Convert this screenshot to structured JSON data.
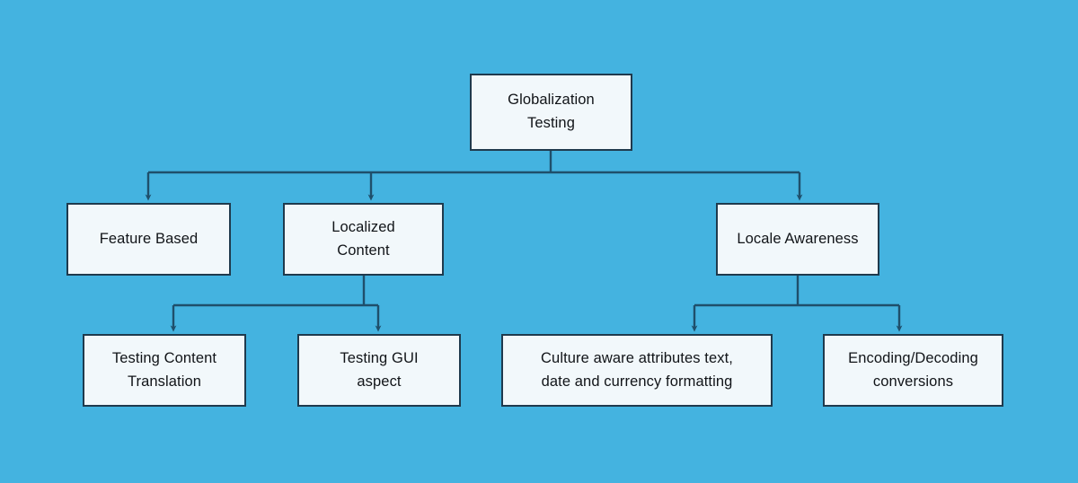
{
  "canvas": {
    "background_color": "#44b3e0",
    "node_fill_color": "#f2f8fb",
    "node_border_color": "#1f3a4d",
    "connector_color": "#1f4f6b",
    "text_color": "#111418"
  },
  "diagram": {
    "type": "tree",
    "title": "Globalization Testing",
    "levels": 3,
    "root": {
      "id": "globalization-testing",
      "label": "Globalization\nTesting"
    },
    "level2": [
      {
        "id": "feature-based",
        "label": "Feature Based"
      },
      {
        "id": "localized-content",
        "label": "Localized\nContent"
      },
      {
        "id": "locale-awareness",
        "label": "Locale Awareness"
      }
    ],
    "level3": [
      {
        "id": "testing-content-translation",
        "label": "Testing Content\nTranslation",
        "parent": "localized-content"
      },
      {
        "id": "testing-gui-aspect",
        "label": "Testing GUI\naspect",
        "parent": "localized-content"
      },
      {
        "id": "culture-aware-attributes",
        "label": "Culture aware attributes text,\ndate and currency formatting",
        "parent": "locale-awareness"
      },
      {
        "id": "encoding-decoding",
        "label": "Encoding/Decoding\nconversions",
        "parent": "locale-awareness"
      }
    ]
  }
}
